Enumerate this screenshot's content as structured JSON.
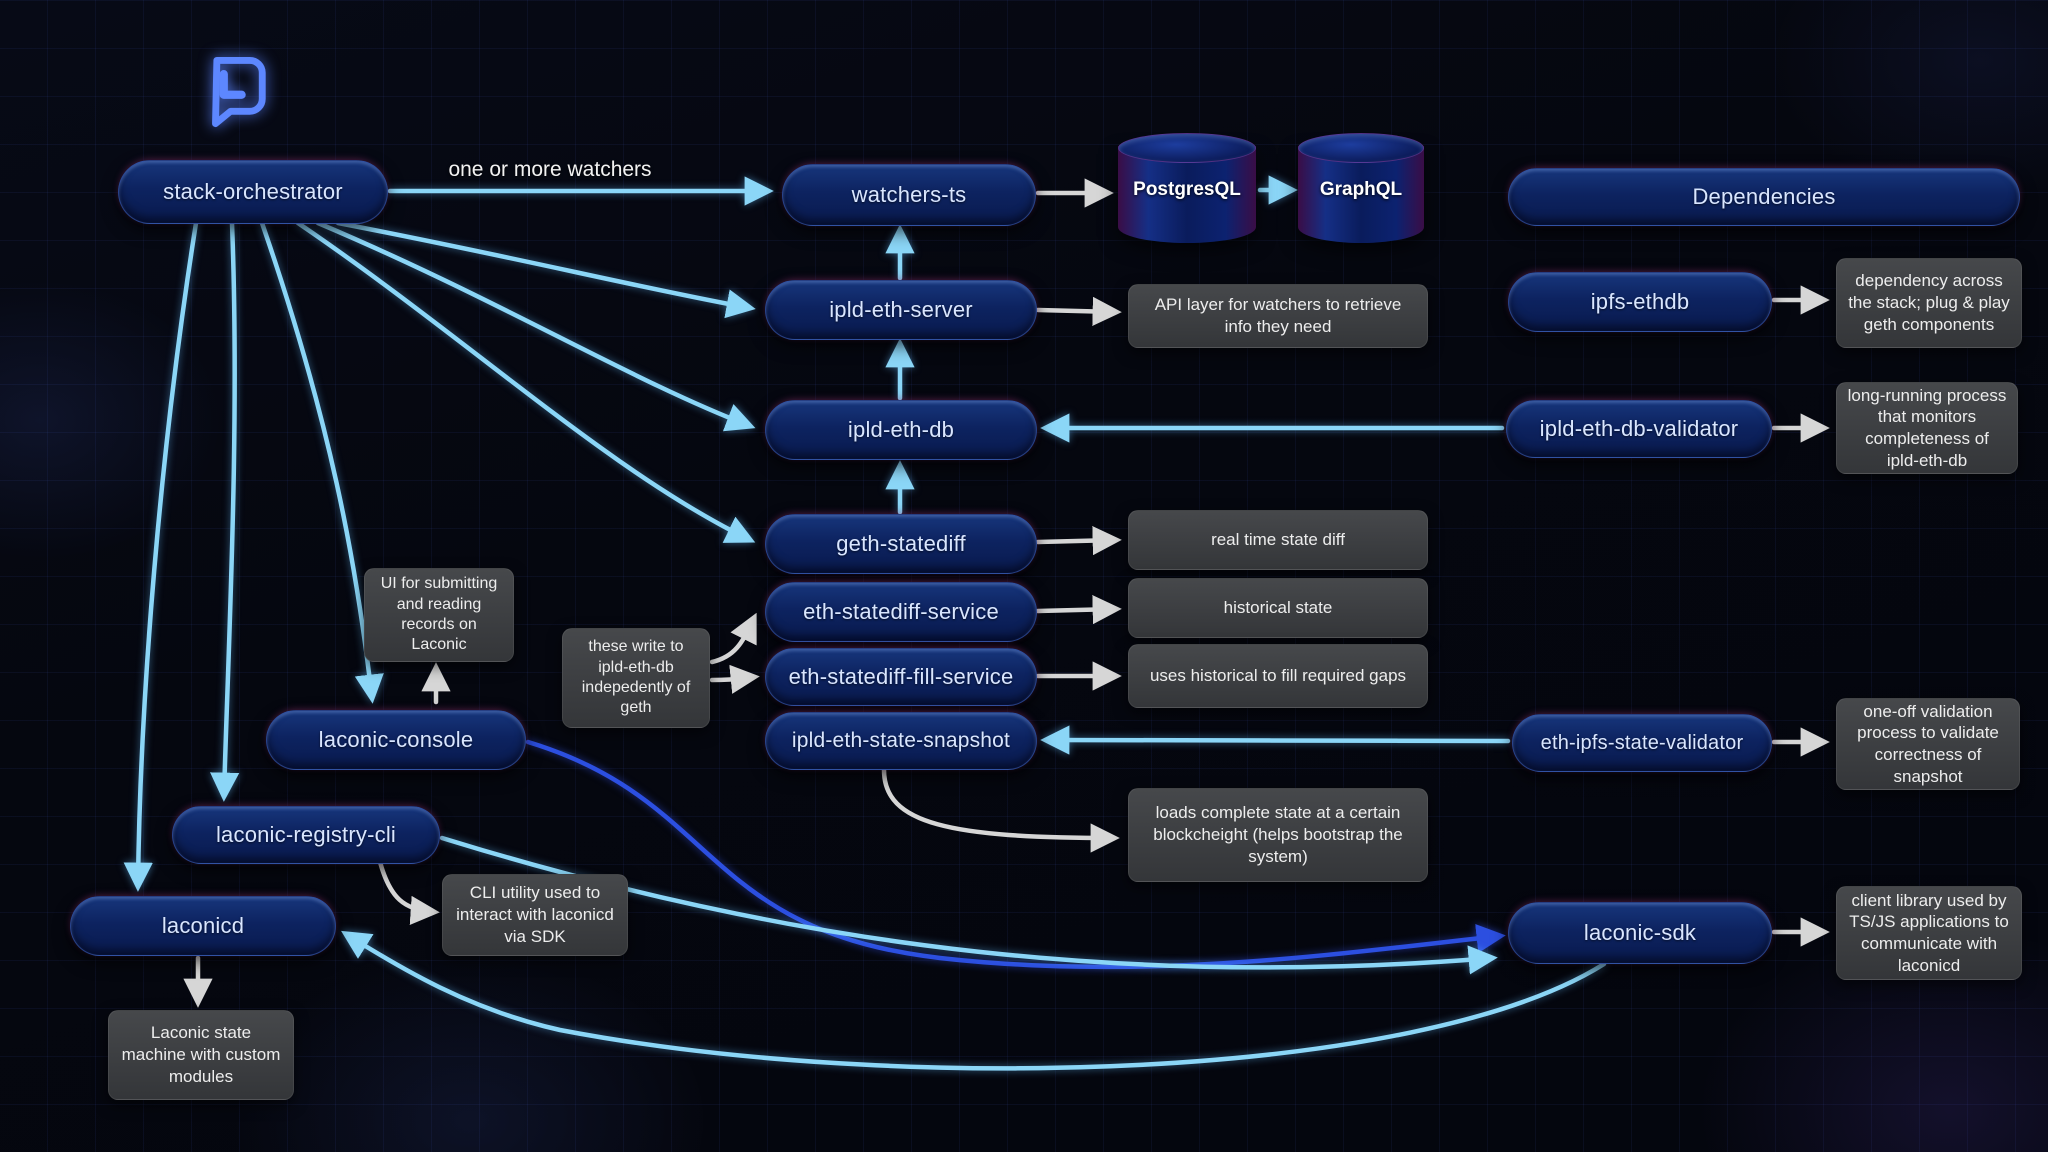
{
  "diagram": {
    "watchers_note": "one or more watchers"
  },
  "nodes": [
    {
      "id": "stack-orchestrator",
      "label": "stack-orchestrator"
    },
    {
      "id": "watchers-ts",
      "label": "watchers-ts"
    },
    {
      "id": "postgresql",
      "label": "PostgresQL",
      "shape": "cylinder"
    },
    {
      "id": "graphql",
      "label": "GraphQL",
      "shape": "cylinder"
    },
    {
      "id": "dependencies",
      "label": "Dependencies",
      "role": "section-header"
    },
    {
      "id": "ipld-eth-server",
      "label": "ipld-eth-server"
    },
    {
      "id": "ipfs-ethdb",
      "label": "ipfs-ethdb"
    },
    {
      "id": "ipld-eth-db",
      "label": "ipld-eth-db"
    },
    {
      "id": "ipld-eth-db-validator",
      "label": "ipld-eth-db-validator"
    },
    {
      "id": "geth-statediff",
      "label": "geth-statediff"
    },
    {
      "id": "eth-statediff-service",
      "label": "eth-statediff-service"
    },
    {
      "id": "eth-statediff-fill-service",
      "label": "eth-statediff-fill-service"
    },
    {
      "id": "ipld-eth-state-snapshot",
      "label": "ipld-eth-state-snapshot"
    },
    {
      "id": "eth-ipfs-state-validator",
      "label": "eth-ipfs-state-validator"
    },
    {
      "id": "laconic-console",
      "label": "laconic-console"
    },
    {
      "id": "laconic-registry-cli",
      "label": "laconic-registry-cli"
    },
    {
      "id": "laconicd",
      "label": "laconicd"
    },
    {
      "id": "laconic-sdk",
      "label": "laconic-sdk"
    }
  ],
  "annotations": [
    {
      "id": "api-layer-note",
      "text": "API layer for watchers to retrieve info they need"
    },
    {
      "id": "ipfs-ethdb-note",
      "text": "dependency across the stack; plug & play geth components"
    },
    {
      "id": "db-validator-note",
      "text": "long-running process that monitors completeness of ipld-eth-db"
    },
    {
      "id": "realtime-note",
      "text": "real time state diff"
    },
    {
      "id": "historical-note",
      "text": "historical state"
    },
    {
      "id": "fill-gaps-note",
      "text": "uses historical to fill required gaps"
    },
    {
      "id": "console-note",
      "text": "UI for submitting and reading records on Laconic"
    },
    {
      "id": "write-note",
      "text": "these write to ipld-eth-db indepedently of geth"
    },
    {
      "id": "one-off-note",
      "text": "one-off validation process to validate correctness of snapshot"
    },
    {
      "id": "snapshot-note",
      "text": "loads complete state at a certain blockcheight (helps bootstrap the system)"
    },
    {
      "id": "cli-note",
      "text": "CLI utility used to interact with laconicd via SDK"
    },
    {
      "id": "laconicd-note",
      "text": "Laconic state machine with custom modules"
    },
    {
      "id": "sdk-note",
      "text": "client library used by TS/JS applications to communicate with laconicd"
    }
  ],
  "icons": {
    "logo": "laconic-logo"
  },
  "colors": {
    "background": "#05070f",
    "node_fill": "#0d2360",
    "annotation_fill": "#3b3d40",
    "arrow_cyan": "#8bd6f7",
    "arrow_white": "#d6d6d6",
    "arrow_blue": "#2c4fe0",
    "logo_blue": "#5d87ff"
  }
}
